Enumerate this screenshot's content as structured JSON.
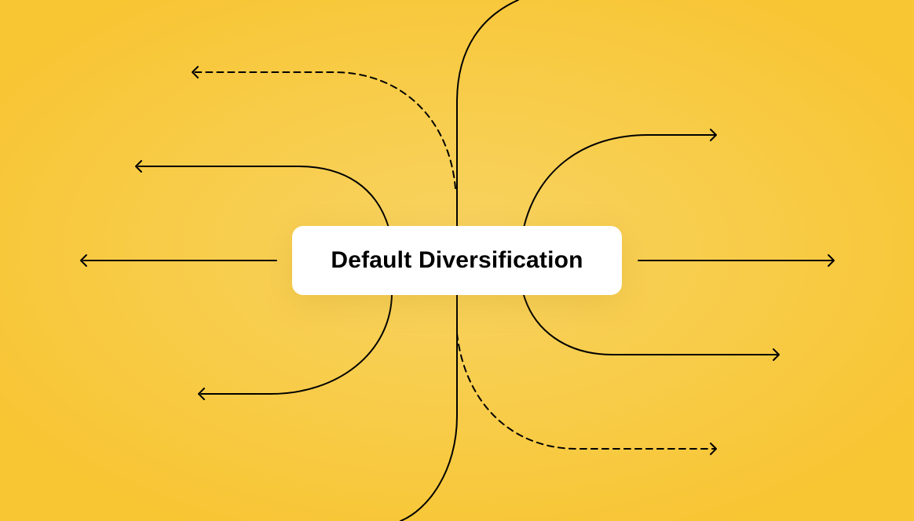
{
  "diagram": {
    "center_label": "Default Diversification",
    "colors": {
      "background_outer": "#f8c533",
      "background_inner": "#f7d362",
      "stroke": "#000000",
      "label_background": "#ffffff"
    },
    "icons": {
      "left_arrow": "arrow-left-icon",
      "right_arrow": "arrow-right-icon"
    },
    "branches": [
      {
        "direction": "left",
        "style": "dashed"
      },
      {
        "direction": "left",
        "style": "solid"
      },
      {
        "direction": "left",
        "style": "solid"
      },
      {
        "direction": "left",
        "style": "solid"
      },
      {
        "direction": "right",
        "style": "solid"
      },
      {
        "direction": "right",
        "style": "solid"
      },
      {
        "direction": "right",
        "style": "solid"
      },
      {
        "direction": "right",
        "style": "dashed"
      }
    ]
  }
}
